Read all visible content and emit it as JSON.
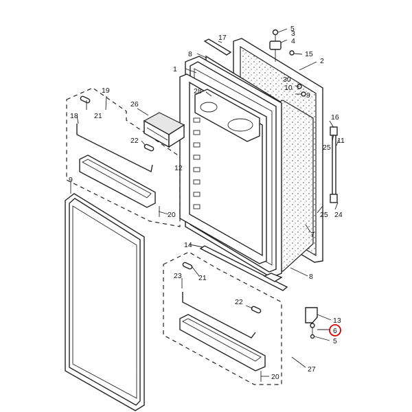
{
  "diagram": {
    "labels": [
      {
        "id": "lbl-5-top",
        "text": "5"
      },
      {
        "id": "lbl-3",
        "text": "3"
      },
      {
        "id": "lbl-4",
        "text": "4"
      },
      {
        "id": "lbl-17",
        "text": "17"
      },
      {
        "id": "lbl-15",
        "text": "15"
      },
      {
        "id": "lbl-8-top",
        "text": "8"
      },
      {
        "id": "lbl-2",
        "text": "2"
      },
      {
        "id": "lbl-1",
        "text": "1"
      },
      {
        "id": "lbl-19",
        "text": "19"
      },
      {
        "id": "lbl-30",
        "text": "30"
      },
      {
        "id": "lbl-10",
        "text": "10"
      },
      {
        "id": "lbl-9-top",
        "text": "9"
      },
      {
        "id": "lbl-28",
        "text": "28"
      },
      {
        "id": "lbl-26",
        "text": "26"
      },
      {
        "id": "lbl-21-top",
        "text": "21"
      },
      {
        "id": "lbl-18",
        "text": "18"
      },
      {
        "id": "lbl-16",
        "text": "16"
      },
      {
        "id": "lbl-22-top",
        "text": "22"
      },
      {
        "id": "lbl-25-top",
        "text": "25"
      },
      {
        "id": "lbl-11",
        "text": "11"
      },
      {
        "id": "lbl-12",
        "text": "12"
      },
      {
        "id": "lbl-9",
        "text": "9"
      },
      {
        "id": "lbl-25-bot",
        "text": "25"
      },
      {
        "id": "lbl-24",
        "text": "24"
      },
      {
        "id": "lbl-20-top",
        "text": "20"
      },
      {
        "id": "lbl-7",
        "text": "7"
      },
      {
        "id": "lbl-14",
        "text": "14"
      },
      {
        "id": "lbl-21-bot",
        "text": "21"
      },
      {
        "id": "lbl-23",
        "text": "23"
      },
      {
        "id": "lbl-8-bot",
        "text": "8"
      },
      {
        "id": "lbl-22-bot",
        "text": "22"
      },
      {
        "id": "lbl-13",
        "text": "13"
      },
      {
        "id": "lbl-6",
        "text": "6"
      },
      {
        "id": "lbl-5-bot",
        "text": "5"
      },
      {
        "id": "lbl-27",
        "text": "27"
      },
      {
        "id": "lbl-20-bot",
        "text": "20"
      }
    ],
    "highlight_color": "#d40000"
  }
}
